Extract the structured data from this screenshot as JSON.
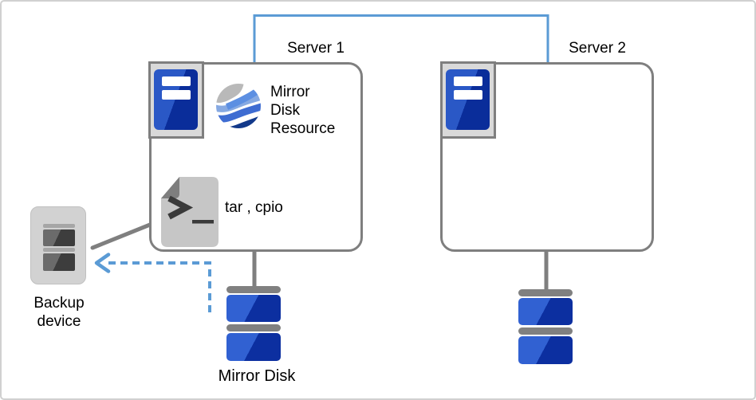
{
  "diagram": {
    "server1": {
      "title": "Server 1",
      "mirror_disk_resource_label": "Mirror\nDisk\nResource",
      "backup_commands_label": "tar , cpio"
    },
    "server2": {
      "title": "Server 2"
    },
    "backup_device": {
      "label": "Backup\ndevice"
    },
    "mirror_disk": {
      "label": "Mirror Disk"
    }
  },
  "colors": {
    "interconnect_blue": "#5B9BD5",
    "backup_flow_blue": "#5B9BD5",
    "outline_gray": "#7F7F7F",
    "server_icon_blue_dark": "#0A2D9A",
    "server_icon_blue_light": "#2A58C6",
    "disk_blue_dark": "#0C2FA0",
    "disk_blue_light": "#3161D2",
    "icon_frame_gray": "#D9D9D9",
    "wave_gray": "#B9B9B9",
    "wave_blue_bright": "#5C8FE2",
    "wave_blue_soft": "#86A9E2",
    "wave_blue_royal": "#3E6CD2",
    "wave_navy": "#12398A"
  },
  "icons": {
    "server": "server-icon",
    "mirror_disk_resource": "mirror-disk-resource-globe-icon",
    "script_file": "shell-script-file-icon",
    "backup_device": "tape-drive-icon",
    "mirror_disk": "disk-stack-icon",
    "backup_flow": "dashed-arrow-left-icon"
  }
}
